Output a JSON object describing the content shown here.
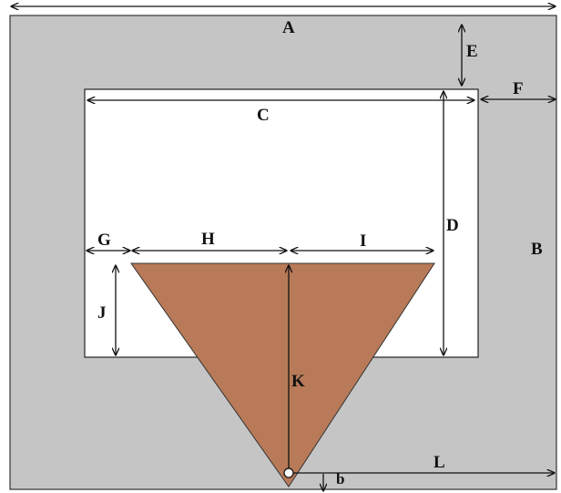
{
  "colors": {
    "frame": "#c5c5c5",
    "window": "#ffffff",
    "wedge": "#b87a58",
    "outline": "#222222",
    "dimension_line": "#111111"
  },
  "labels": {
    "A": "A",
    "B": "B",
    "C": "C",
    "D": "D",
    "E": "E",
    "F": "F",
    "G": "G",
    "H": "H",
    "I": "I",
    "J": "J",
    "K": "K",
    "L": "L",
    "b": "b"
  }
}
